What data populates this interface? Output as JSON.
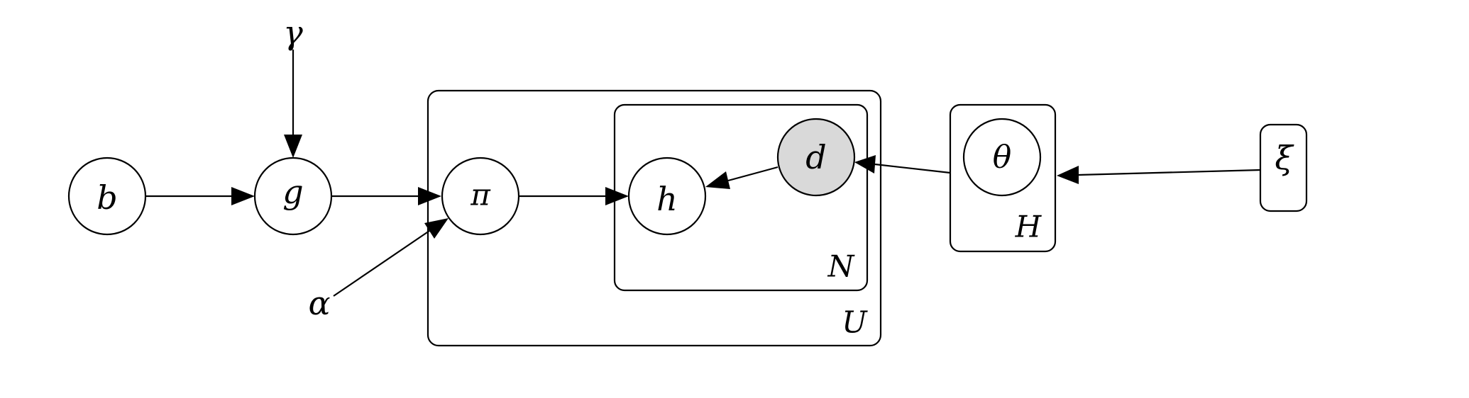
{
  "nodes": {
    "b": {
      "label": "b",
      "observed": false
    },
    "g": {
      "label": "g",
      "observed": false
    },
    "pi": {
      "label": "π",
      "observed": false
    },
    "h": {
      "label": "h",
      "observed": false
    },
    "d": {
      "label": "d",
      "observed": true
    },
    "theta": {
      "label": "θ",
      "observed": false
    },
    "xi": {
      "label": "ξ"
    },
    "gamma": {
      "label": "γ"
    },
    "alpha": {
      "label": "α"
    }
  },
  "plates": {
    "U": {
      "label": "U"
    },
    "N": {
      "label": "N"
    },
    "H": {
      "label": "H"
    }
  },
  "edges": [
    {
      "from": "b",
      "to": "g"
    },
    {
      "from": "gamma",
      "to": "g"
    },
    {
      "from": "g",
      "to": "pi"
    },
    {
      "from": "alpha",
      "to": "pi"
    },
    {
      "from": "pi",
      "to": "h"
    },
    {
      "from": "d",
      "to": "h"
    },
    {
      "from": "theta",
      "to": "d"
    },
    {
      "from": "xi",
      "to": "theta"
    }
  ],
  "colors": {
    "observed_fill": "#d9d9d9",
    "stroke": "#000000"
  }
}
